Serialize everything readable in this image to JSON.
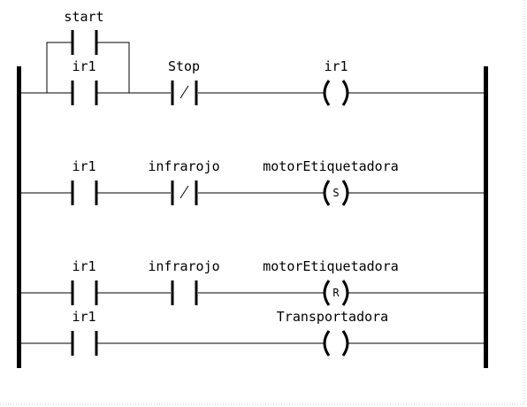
{
  "colors": {
    "background": "#ffffff",
    "line": "#000000",
    "grid": "#c8c8c8"
  },
  "rungs": [
    {
      "contacts": [
        {
          "label": "start",
          "type": "NO"
        },
        {
          "label": "ir1",
          "type": "NO"
        },
        {
          "label": "Stop",
          "type": "NC"
        }
      ],
      "coil": {
        "label": "ir1",
        "type": "normal",
        "letter": ""
      }
    },
    {
      "contacts": [
        {
          "label": "ir1",
          "type": "NO"
        },
        {
          "label": "infrarojo",
          "type": "NC"
        }
      ],
      "coil": {
        "label": "motorEtiquetadora",
        "type": "set",
        "letter": "S"
      }
    },
    {
      "contacts": [
        {
          "label": "ir1",
          "type": "NO"
        },
        {
          "label": "infrarojo",
          "type": "NO"
        }
      ],
      "coil": {
        "label": "motorEtiquetadora",
        "type": "reset",
        "letter": "R"
      }
    },
    {
      "contacts": [
        {
          "label": "ir1",
          "type": "NO"
        }
      ],
      "coil": {
        "label": "Transportadora",
        "type": "normal",
        "letter": ""
      }
    }
  ]
}
